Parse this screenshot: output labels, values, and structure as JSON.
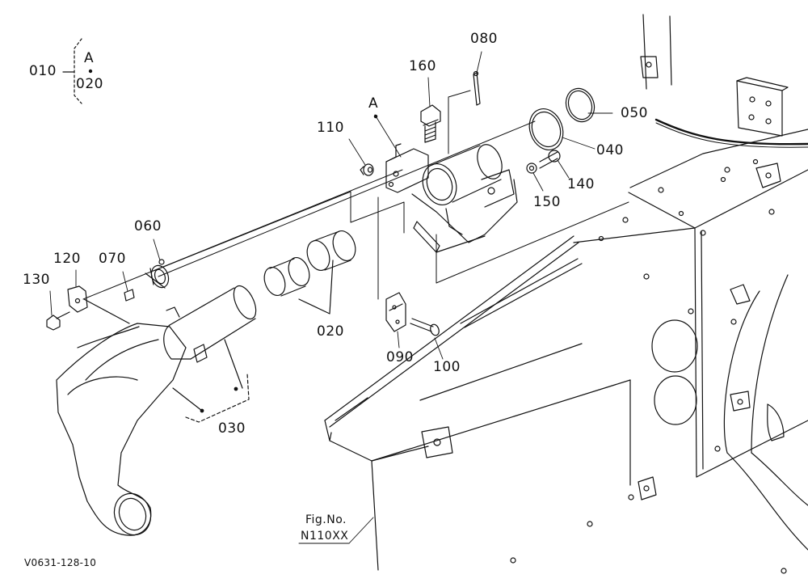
{
  "diagram": {
    "legend": {
      "assembly": "010",
      "ref": "A",
      "part": "020"
    },
    "callouts": {
      "p010": "010",
      "p020": "020",
      "p030": "030",
      "p040": "040",
      "p050": "050",
      "p060": "060",
      "p070": "070",
      "p080": "080",
      "p090": "090",
      "p100": "100",
      "p110": "110",
      "p120": "120",
      "p130": "130",
      "p140": "140",
      "p150": "150",
      "p160": "160",
      "refA": "A"
    },
    "fig_label": "Fig.No.",
    "fig_number": "N110XX",
    "drawing_code": "V0631-128-10"
  }
}
